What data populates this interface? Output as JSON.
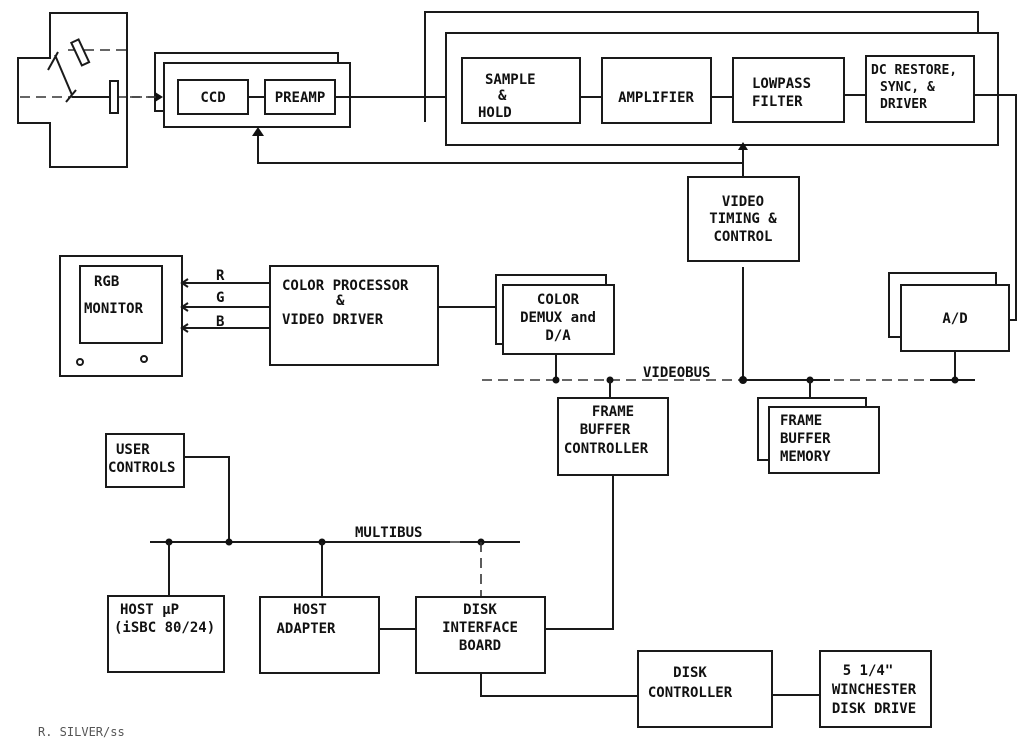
{
  "blocks": {
    "ccd": "CCD",
    "preamp": "PREAMP",
    "sample_hold": [
      "SAMPLE",
      "&",
      "HOLD"
    ],
    "amplifier": "AMPLIFIER",
    "lowpass": [
      "LOWPASS",
      "FILTER"
    ],
    "dc_restore": [
      "DC RESTORE,",
      "SYNC, &",
      "DRIVER"
    ],
    "video_timing": [
      "VIDEO",
      "TIMING &",
      "CONTROL"
    ],
    "rgb_monitor": [
      "RGB",
      "MONITOR"
    ],
    "color_processor": [
      "COLOR PROCESSOR",
      "&",
      "VIDEO DRIVER"
    ],
    "color_demux": [
      "COLOR",
      "DEMUX and",
      "D/A"
    ],
    "ad": "A/D",
    "frame_buffer_controller": [
      "FRAME",
      "BUFFER",
      "CONTROLLER"
    ],
    "frame_buffer_memory": [
      "FRAME",
      "BUFFER",
      "MEMORY"
    ],
    "user_controls": [
      "USER",
      "CONTROLS"
    ],
    "host_up": [
      "HOST µP",
      "(iSBC 80/24)"
    ],
    "host_adapter": [
      "HOST",
      "ADAPTER"
    ],
    "disk_interface": [
      "DISK",
      "INTERFACE",
      "BOARD"
    ],
    "disk_controller": [
      "DISK",
      "CONTROLLER"
    ],
    "winchester": [
      "5 1/4\"",
      "WINCHESTER",
      "DISK DRIVE"
    ]
  },
  "signals": {
    "r": "R",
    "g": "G",
    "b": "B"
  },
  "buses": {
    "videobus": "VIDEOBUS",
    "multibus": "MULTIBUS"
  },
  "footer": "R. SILVER/ss"
}
